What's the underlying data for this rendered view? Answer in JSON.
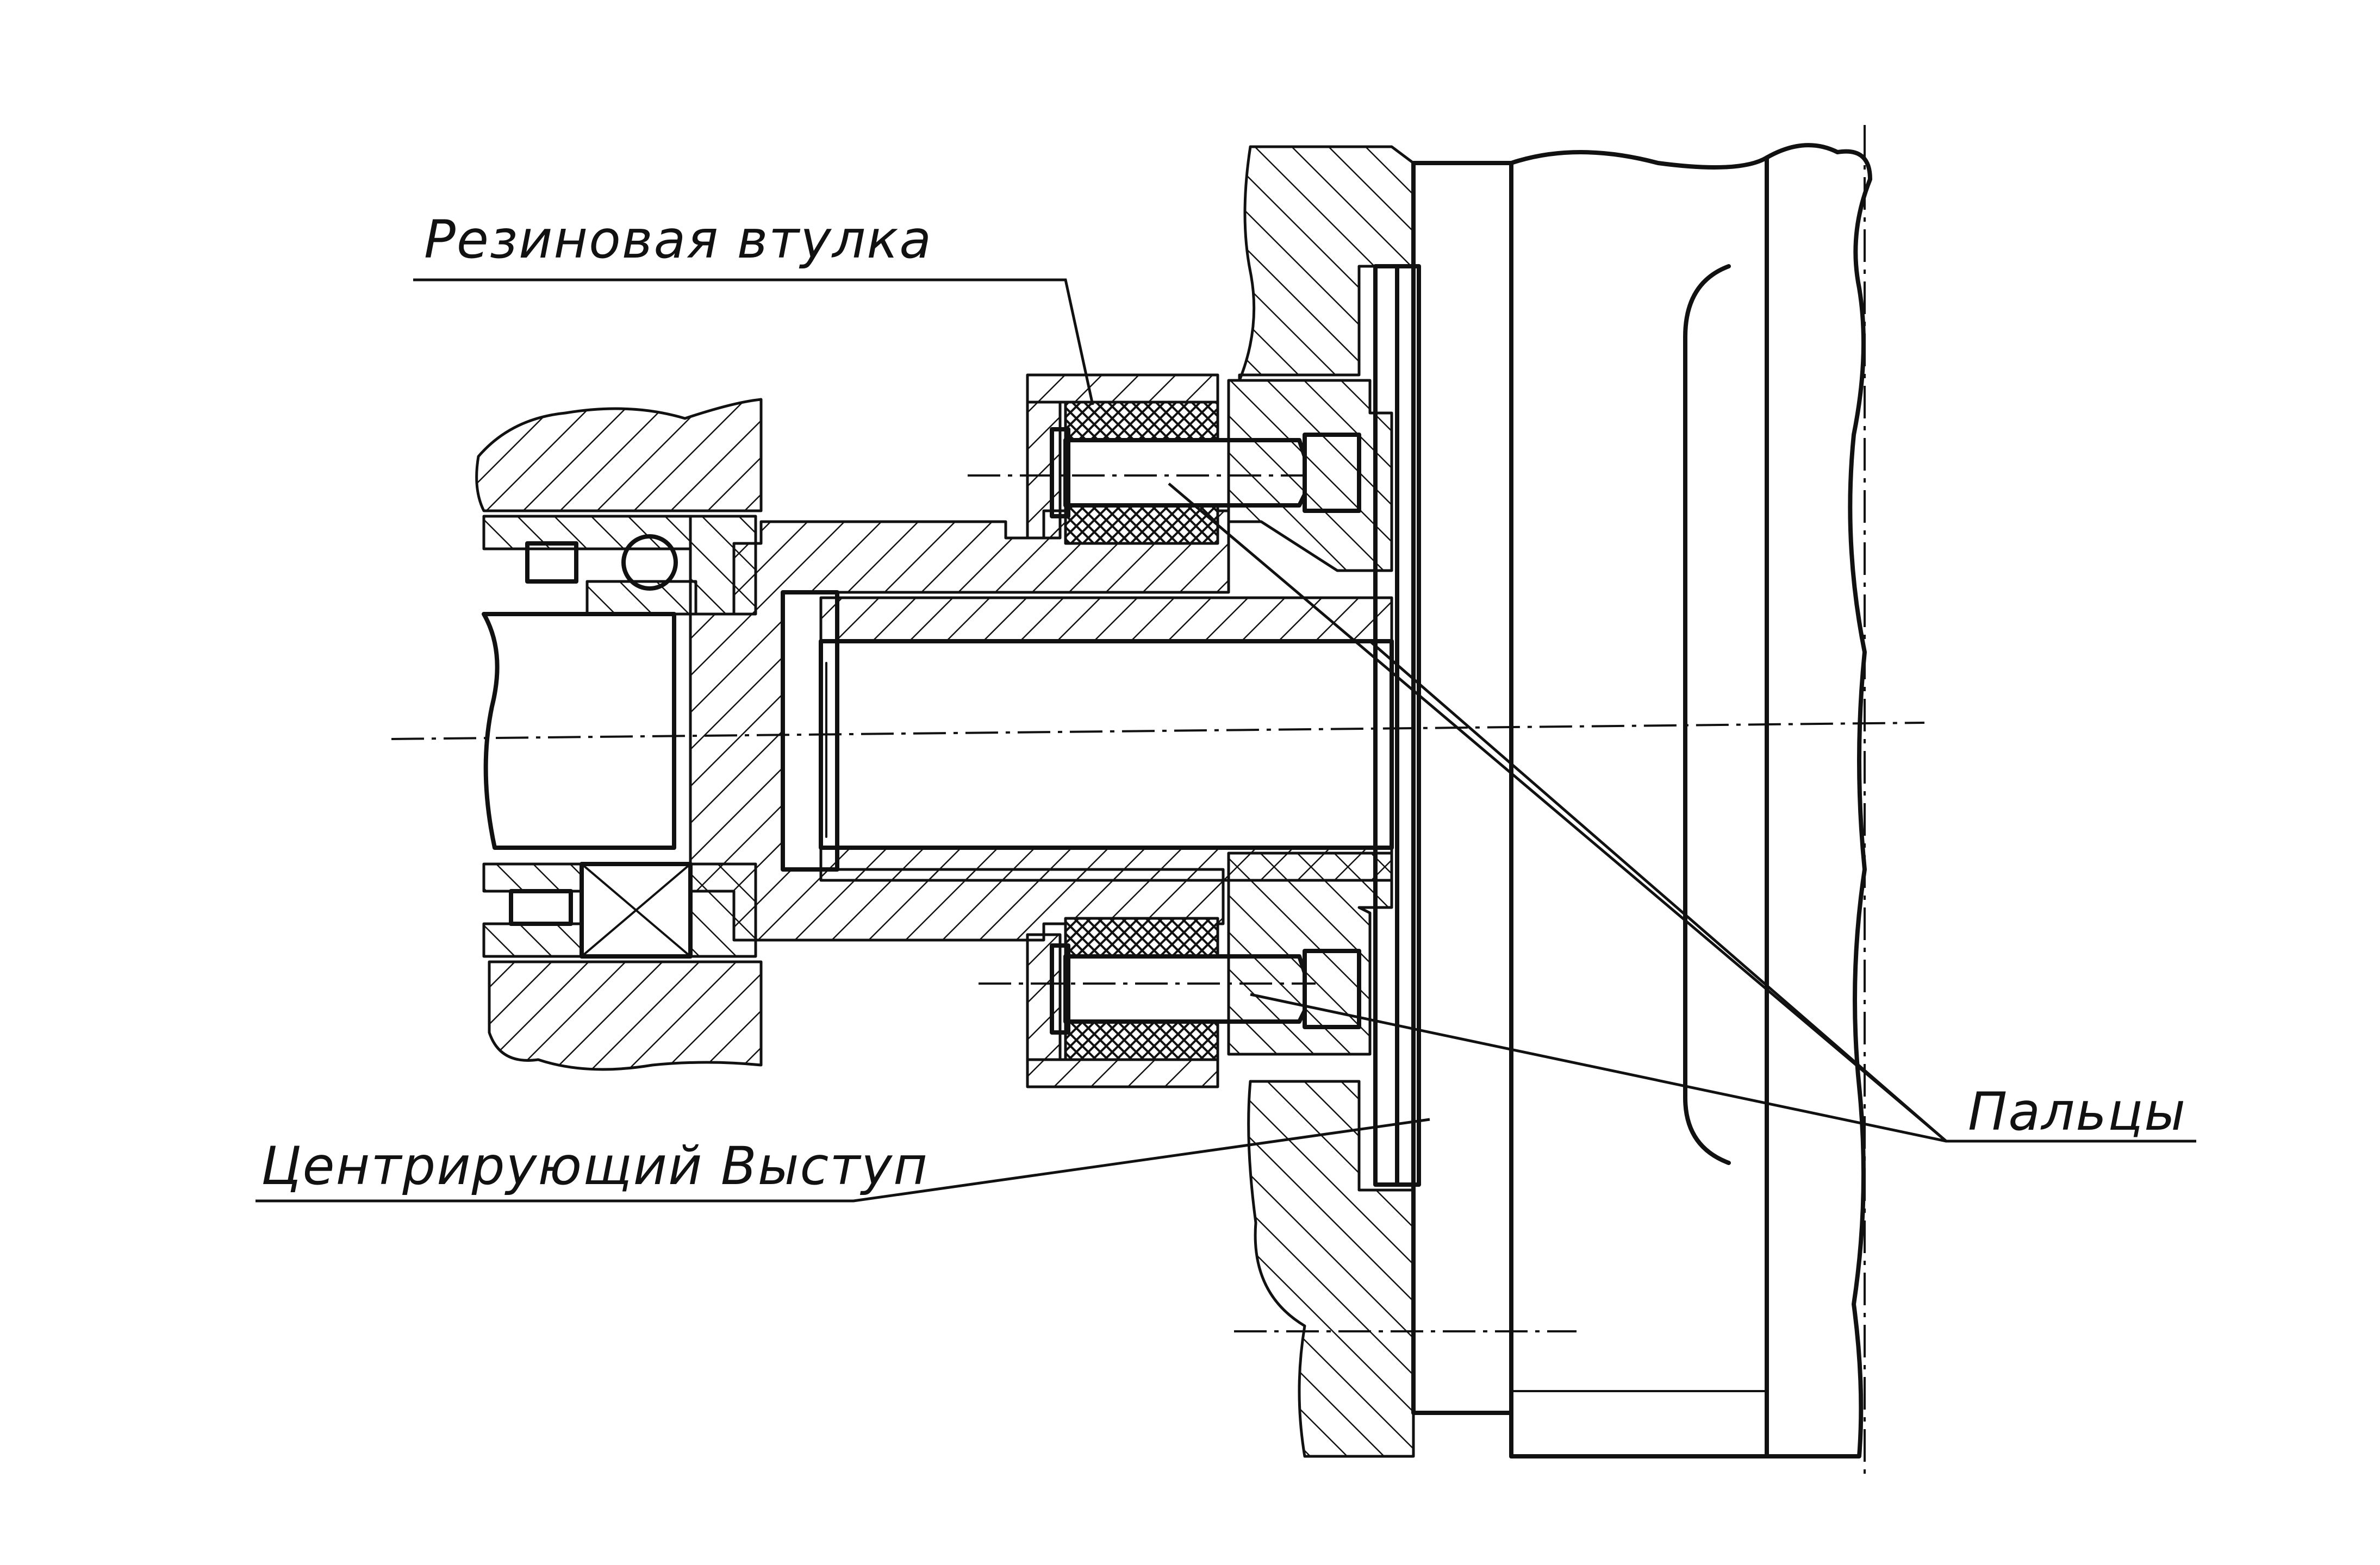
{
  "labels": {
    "rubber_sleeve": "Резиновая втулка",
    "fingers": "Пальцы",
    "centering_boss": "Центрирующий Выступ"
  },
  "colors": {
    "ink": "#111111",
    "paper": "#ffffff"
  }
}
